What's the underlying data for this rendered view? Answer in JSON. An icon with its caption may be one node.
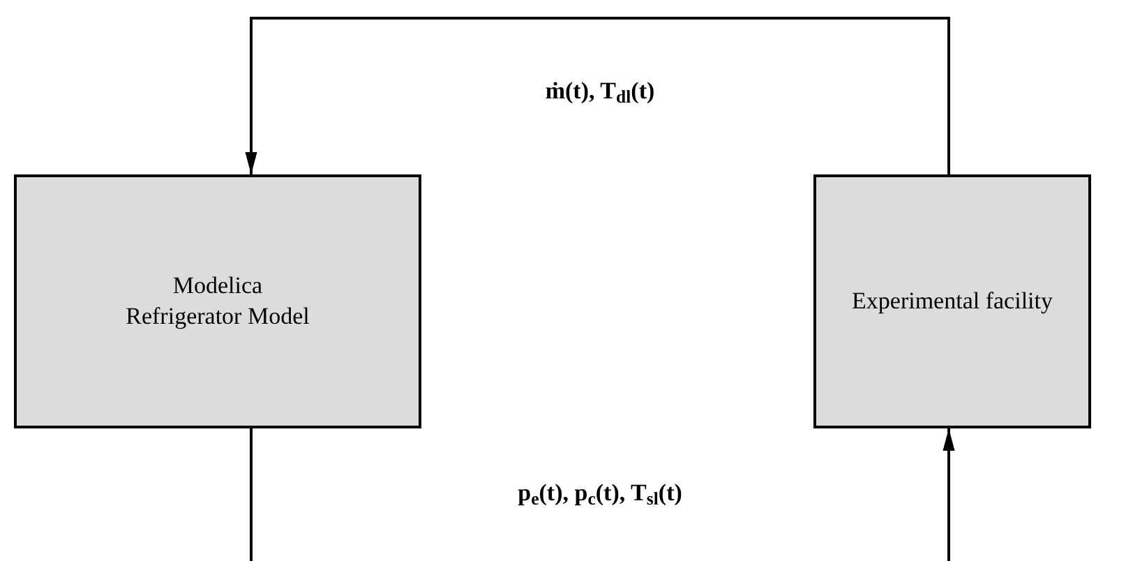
{
  "diagram": {
    "nodes": [
      {
        "text": [
          "Modelica Refrigerator Model"
        ]
      },
      {
        "text": [
          "Experimental facility"
        ]
      }
    ],
    "edges": [
      {
        "from": 1,
        "to": 0,
        "arrow": "to",
        "label": "ṁ(t), T$_{dl}$(t)"
      },
      {
        "from": 0,
        "to": null,
        "arrow": "none"
      },
      {
        "from": null,
        "to": 1,
        "arrow": "to"
      }
    ],
    "labels": [
      "p$_{e}$(t), p$_{c}$(t), T$_{sl}$(t)"
    ]
  }
}
